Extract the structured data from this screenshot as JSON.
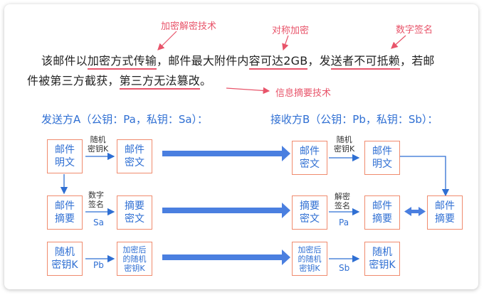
{
  "sentence": {
    "l1_a": "该邮件以",
    "l1_b": "加密方式传输",
    "l1_c": "，邮件最大附件内",
    "l1_d": "容可达2GB",
    "l1_e": "，发",
    "l1_f": "送者不可抵赖",
    "l1_g": "，若邮",
    "l2_a": "件被第三方截获，",
    "l2_b": "第三方无法篡改",
    "l2_c": "。"
  },
  "annotations": {
    "encryption_tech": "加密解密技术",
    "symmetric": "对称加密",
    "digital_signature": "数字签名",
    "digest_tech": "信息摘要技术"
  },
  "headers": {
    "sender": "发送方A（公钥：Pa，私钥：Sa）：",
    "receiver": "接收方B（公钥：Pb，私钥：Sb）："
  },
  "boxes": {
    "s_plain": [
      "邮件",
      "明文"
    ],
    "s_cipher": [
      "邮件",
      "密文"
    ],
    "s_digest": [
      "邮件",
      "摘要"
    ],
    "s_digest_cipher": [
      "摘要",
      "密文"
    ],
    "s_key": [
      "随机",
      "密钥K"
    ],
    "s_key_enc": [
      "加密后",
      "的随机",
      "密钥K"
    ],
    "r_cipher": [
      "邮件",
      "密文"
    ],
    "r_plain": [
      "邮件",
      "明文"
    ],
    "r_digest_cipher": [
      "摘要",
      "密文"
    ],
    "r_digest": [
      "邮件",
      "摘要"
    ],
    "r_key_enc": [
      "加密后",
      "的随机",
      "密钥K"
    ],
    "r_key": [
      "随机",
      "密钥K"
    ],
    "r_final_digest": [
      "邮件",
      "摘要"
    ]
  },
  "labels": {
    "s_random_key": [
      "随机",
      "密钥K"
    ],
    "s_sign": [
      "数字",
      "签名"
    ],
    "r_random_key": [
      "随机",
      "密钥K"
    ],
    "r_decrypt": [
      "解密",
      "签名"
    ]
  },
  "keys": {
    "sa": "Sa",
    "pb": "Pb",
    "pa": "Pa",
    "sb": "Sb"
  },
  "colors": {
    "accent": "#e8546a",
    "blue": "#2f6fd3",
    "box_border": "#f08b6e",
    "thick_arrow": "#4a7fe0"
  }
}
